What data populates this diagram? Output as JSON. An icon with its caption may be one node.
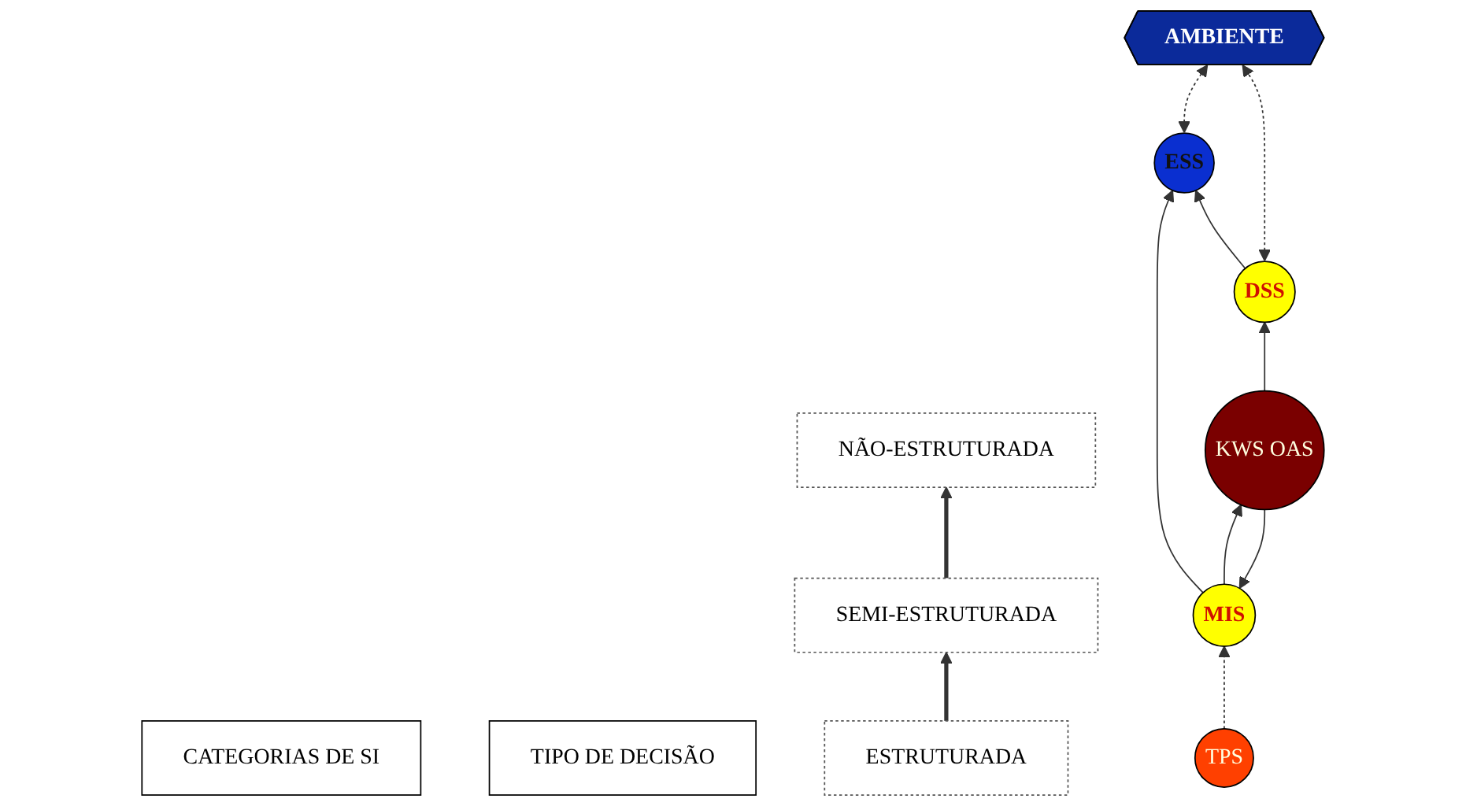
{
  "diagram": {
    "nodes": [
      {
        "text": [
          "CATEGORIAS DE SI"
        ]
      },
      {
        "text": [
          "TIPO DE DECISÃO"
        ]
      },
      {
        "text": [
          "ESS"
        ]
      },
      {
        "text": [
          "AMBIENTE"
        ]
      },
      {
        "text": [
          "NÃO-ESTRUTURADA"
        ]
      },
      {
        "text": [
          "MIS"
        ]
      },
      {
        "text": [
          "DSS"
        ]
      },
      {
        "text": [
          "SEMI-ESTRUTURADA"
        ]
      },
      {
        "text": [
          "KWS OAS"
        ]
      },
      {
        "text": [
          "TPS"
        ]
      },
      {
        "text": [
          "ESTRUTURADA"
        ]
      }
    ],
    "edges": [
      {
        "from": 2,
        "to": 3,
        "arrow": "both",
        "style": "dashed"
      },
      {
        "from": 5,
        "to": 2,
        "arrow": "to"
      },
      {
        "from": 6,
        "to": 2,
        "arrow": "to"
      },
      {
        "from": 6,
        "to": 3,
        "arrow": "both",
        "style": "dashed"
      },
      {
        "from": 8,
        "to": 5,
        "arrow": "to"
      },
      {
        "from": 5,
        "to": 8,
        "arrow": "to"
      },
      {
        "from": 8,
        "to": 6,
        "arrow": "to"
      },
      {
        "from": 9,
        "to": 5,
        "arrow": "to",
        "style": "dashed"
      },
      {
        "from": 10,
        "to": 7,
        "arrow": "to",
        "style": "thick"
      },
      {
        "from": 7,
        "to": 4,
        "arrow": "to",
        "style": "thick"
      }
    ]
  }
}
